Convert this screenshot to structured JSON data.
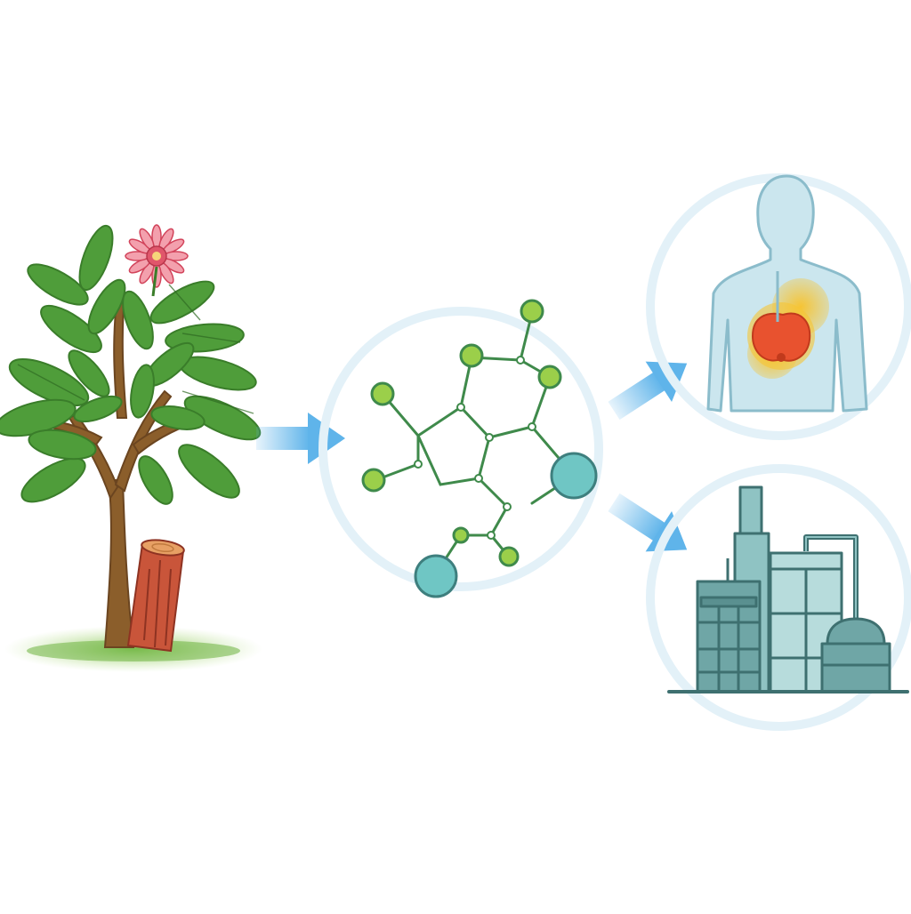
{
  "diagram": {
    "nodes": [
      {
        "id": "source-tree",
        "icon": "tree-with-flower-and-bark-icon"
      },
      {
        "id": "molecule",
        "icon": "molecule-structure-icon"
      },
      {
        "id": "human-body",
        "icon": "human-torso-with-organ-icon"
      },
      {
        "id": "factory",
        "icon": "industrial-factory-icon"
      }
    ],
    "edges": [
      {
        "from": "source-tree",
        "to": "molecule",
        "icon": "arrow-right-icon"
      },
      {
        "from": "molecule",
        "to": "human-body",
        "icon": "arrow-up-right-icon"
      },
      {
        "from": "molecule",
        "to": "factory",
        "icon": "arrow-down-right-icon"
      }
    ],
    "colors": {
      "leaf": "#4f9d3a",
      "leaf_dark": "#3a7d2a",
      "trunk": "#8b5e2b",
      "bark": "#c9553a",
      "flower": "#e0566b",
      "arrow": "#5fb4ea",
      "halo": "#e3f1f8",
      "bond": "#3f8a4b",
      "atom_green": "#9bcf4a",
      "atom_teal": "#6fc6c4",
      "body": "#cbe6ee",
      "organ": "#e8522f",
      "organ_glow": "#f6c434",
      "factory": "#6fa6a6",
      "factory_dark": "#3e7070"
    }
  }
}
